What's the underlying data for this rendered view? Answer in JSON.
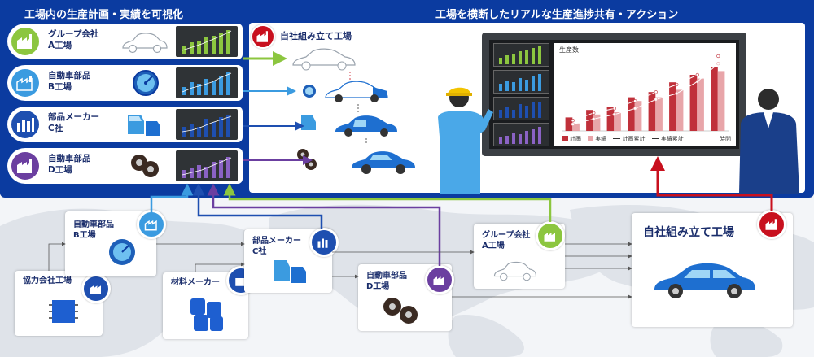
{
  "left_title": "工場内の生産計画・実績を可視化",
  "right_title": "工場を横断したリアルな生産進捗共有・アクション",
  "assembly_title": "自社組み立て工場",
  "factories": [
    {
      "line1": "グループ会社",
      "line2": "A工場",
      "color": "#8cc63f",
      "item": "car-icon"
    },
    {
      "line1": "自動車部品",
      "line2": "B工場",
      "color": "#3b9be0",
      "item": "gauge-icon"
    },
    {
      "line1": "部品メーカー",
      "line2": "C社",
      "color": "#1e4fb0",
      "item": "door-parts-icon"
    },
    {
      "line1": "自動車部品",
      "line2": "D工場",
      "color": "#6b3fa0",
      "item": "tire-icon"
    }
  ],
  "chart_data": {
    "type": "bar",
    "title": "生産数",
    "categories": [
      "",
      "",
      "",
      "",
      "",
      "",
      "",
      ""
    ],
    "series": [
      {
        "name": "計画",
        "values": [
          18,
          28,
          32,
          45,
          52,
          65,
          75,
          85
        ]
      },
      {
        "name": "実績",
        "values": [
          10,
          22,
          25,
          40,
          45,
          55,
          70,
          80
        ]
      },
      {
        "name": "計画累計",
        "values": [
          14,
          24,
          30,
          40,
          52,
          62,
          75,
          100
        ]
      },
      {
        "name": "実績累計",
        "values": [
          9,
          16,
          22,
          30,
          42,
          50,
          66,
          90
        ]
      }
    ],
    "xlabel": "時間",
    "ylabel": "",
    "ylim": [
      0,
      100
    ],
    "colors": {
      "計画": "#c0303a",
      "実績": "#e8a5a9",
      "計画累計": "#ffffff",
      "実績累計": "#ffffff"
    }
  },
  "legend": {
    "plan": "計画",
    "actual": "実績",
    "plan_cum": "計画累計",
    "actual_cum": "実績累計",
    "time": "時間"
  },
  "map_cards": {
    "coop": "協力会社工場",
    "b_line1": "自動車部品",
    "b_line2": "B工場",
    "material": "材料メーカー",
    "c_line1": "部品メーカー",
    "c_line2": "C社",
    "d_line1": "自動車部品",
    "d_line2": "D工場",
    "a_line1": "グループ会社",
    "a_line2": "A工場",
    "own": "自社組み立て工場"
  },
  "colors": {
    "navy": "#0b3ba0",
    "green": "#8cc63f",
    "light_blue": "#3b9be0",
    "blue": "#1e4fb0",
    "purple": "#6b3fa0",
    "red": "#c8101e"
  }
}
